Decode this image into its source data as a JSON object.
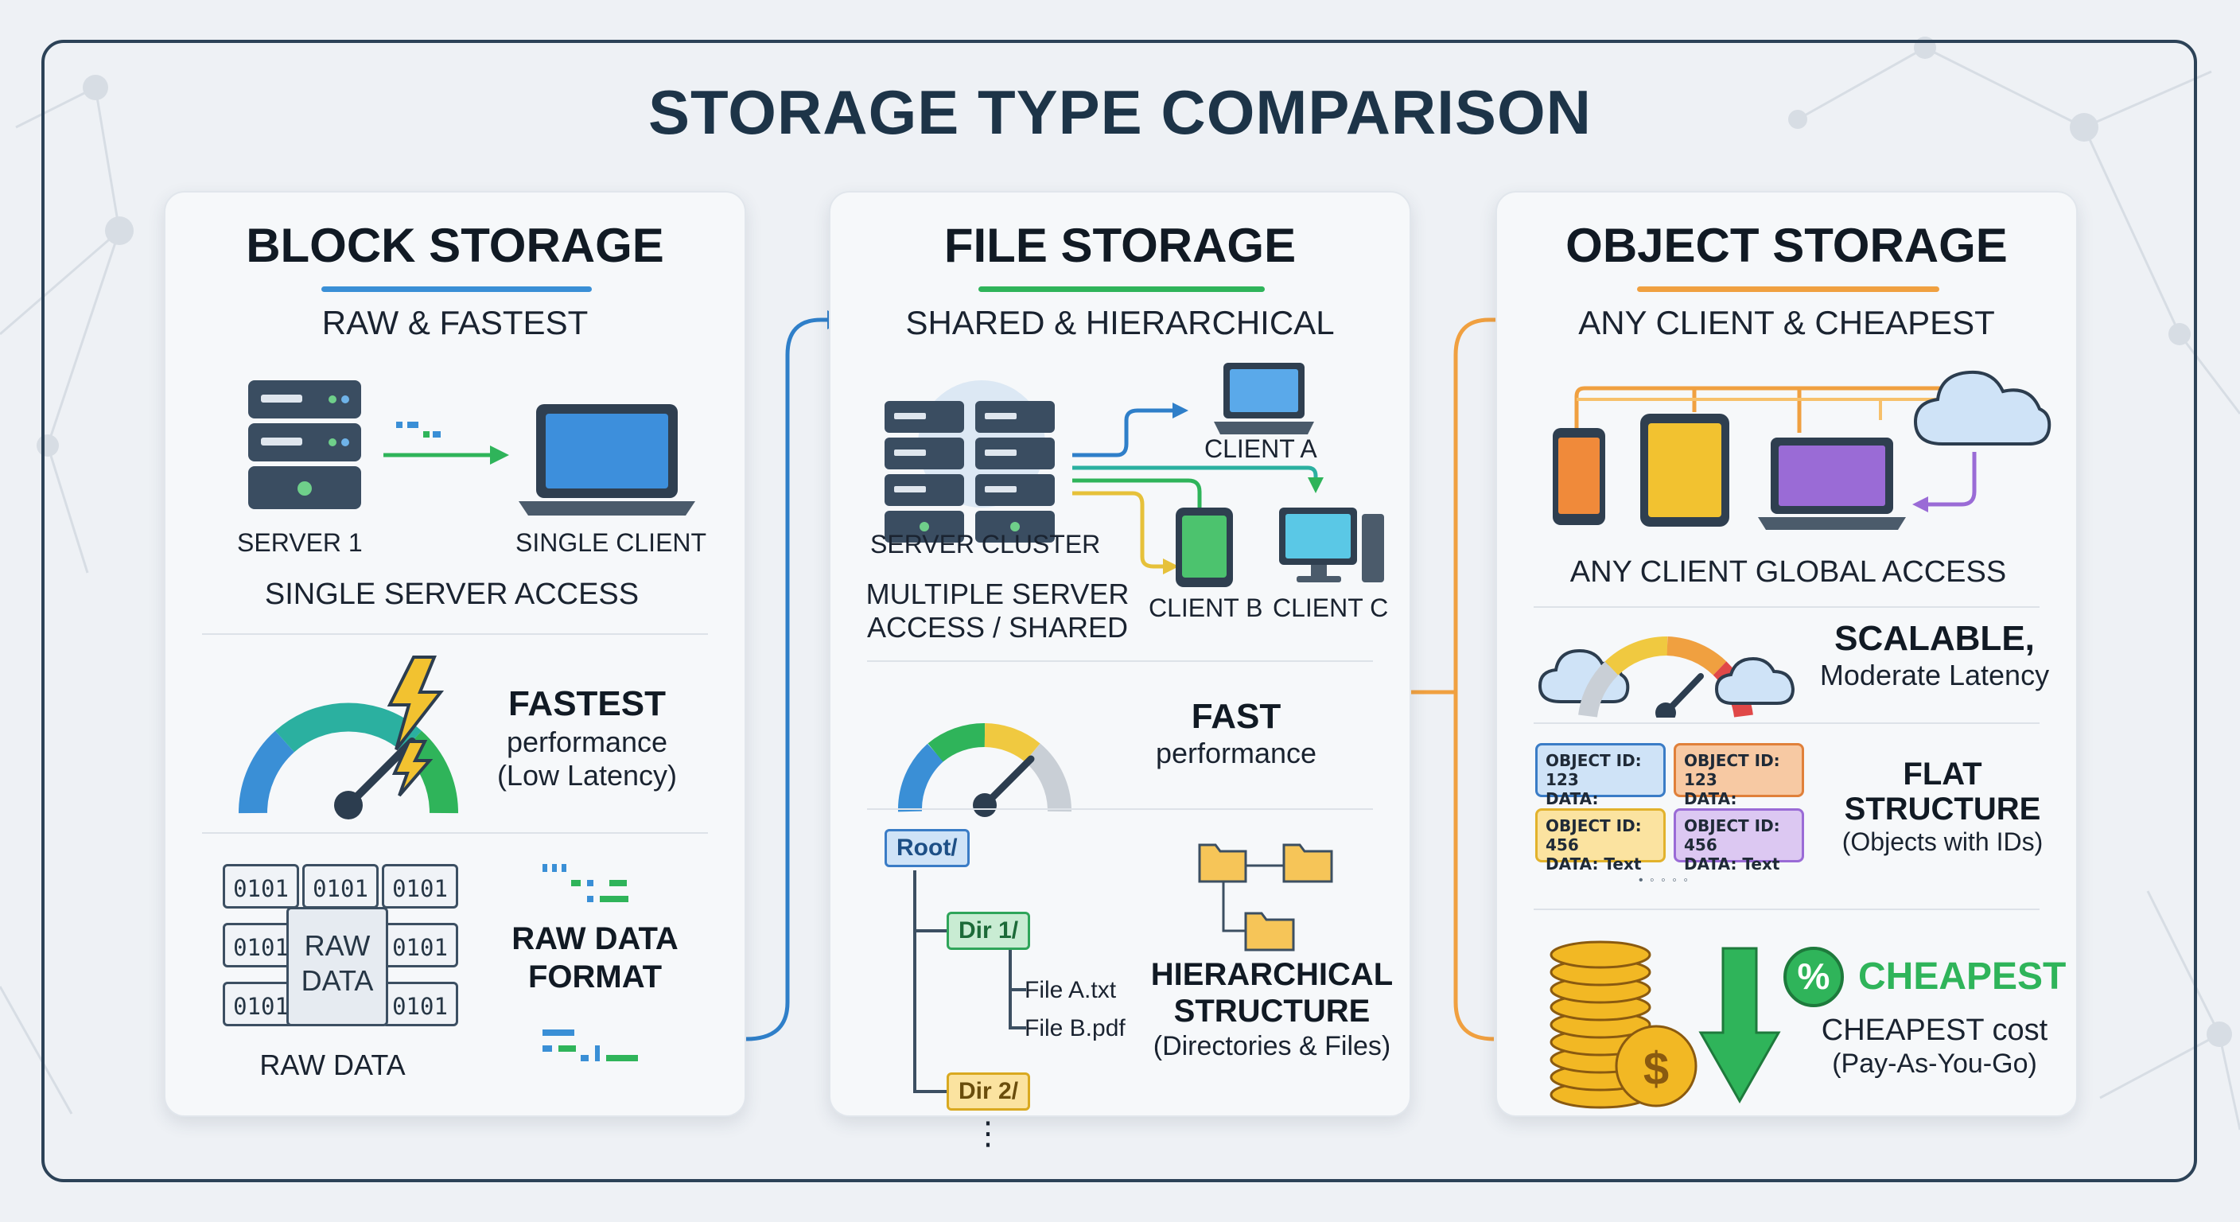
{
  "title": "STORAGE TYPE COMPARISON",
  "block": {
    "title": "BLOCK STORAGE",
    "subtitle": "RAW & FASTEST",
    "server_label": "SERVER 1",
    "client_label": "SINGLE CLIENT",
    "access_label": "SINGLE SERVER ACCESS",
    "perf_title": "FASTEST",
    "perf_line1": "performance",
    "perf_line2": "(Low Latency)",
    "code_text": "0101",
    "raw_icon_text": "RAW DATA",
    "raw_caption": "RAW DATA",
    "format_label": "RAW DATA FORMAT"
  },
  "file": {
    "title": "FILE STORAGE",
    "subtitle": "SHARED & HIERARCHICAL",
    "cluster_label": "SERVER CLUSTER",
    "client_a": "CLIENT A",
    "client_b": "CLIENT B",
    "client_c": "CLIENT C",
    "access_line1": "MULTIPLE SERVER",
    "access_line2": "ACCESS / SHARED",
    "perf_title": "FAST",
    "perf_line1": "performance",
    "tree_root": "Root/",
    "tree_dir1": "Dir 1/",
    "tree_file_a": "File A.txt",
    "tree_file_b": "File B.pdf",
    "tree_dir2": "Dir 2/",
    "tree_more": "⋮",
    "structure_line1": "HIERARCHICAL",
    "structure_line2": "STRUCTURE",
    "structure_line3": "(Directories & Files)"
  },
  "object": {
    "title": "OBJECT STORAGE",
    "subtitle": "ANY CLIENT & CHEAPEST",
    "access_label": "ANY CLIENT GLOBAL ACCESS",
    "scale_title": "SCALABLE,",
    "scale_line1": "Moderate Latency",
    "cards": [
      {
        "id": "OBJECT ID: 123",
        "data": "DATA: Image"
      },
      {
        "id": "OBJECT ID: 123",
        "data": "DATA: Image"
      },
      {
        "id": "OBJECT ID: 456",
        "data": "DATA: Text"
      },
      {
        "id": "OBJECT ID: 456",
        "data": "DATA: Text"
      }
    ],
    "card_colors": [
      "#cfe3f7",
      "#f7c9a3",
      "#fbe3a0",
      "#dcc8f2"
    ],
    "card_borders": [
      "#3a7cc6",
      "#e0803a",
      "#e2b22c",
      "#9a6bd6"
    ],
    "flat_line1": "FLAT",
    "flat_line2": "STRUCTURE",
    "flat_line3": "(Objects with IDs)",
    "dots": "• ◦ ◦ ◦ ◦",
    "percent_symbol": "%",
    "cheapest_tag": "CHEAPEST",
    "cost_line1": "CHEAPEST cost",
    "cost_line2": "(Pay-As-You-Go)",
    "dollar": "$"
  },
  "colors": {
    "blue": "#2f7fc9",
    "green": "#2fb45a",
    "yellow": "#e6c13a",
    "orange": "#f0a040",
    "purple": "#9a6bd6",
    "navy": "#2c4257"
  }
}
